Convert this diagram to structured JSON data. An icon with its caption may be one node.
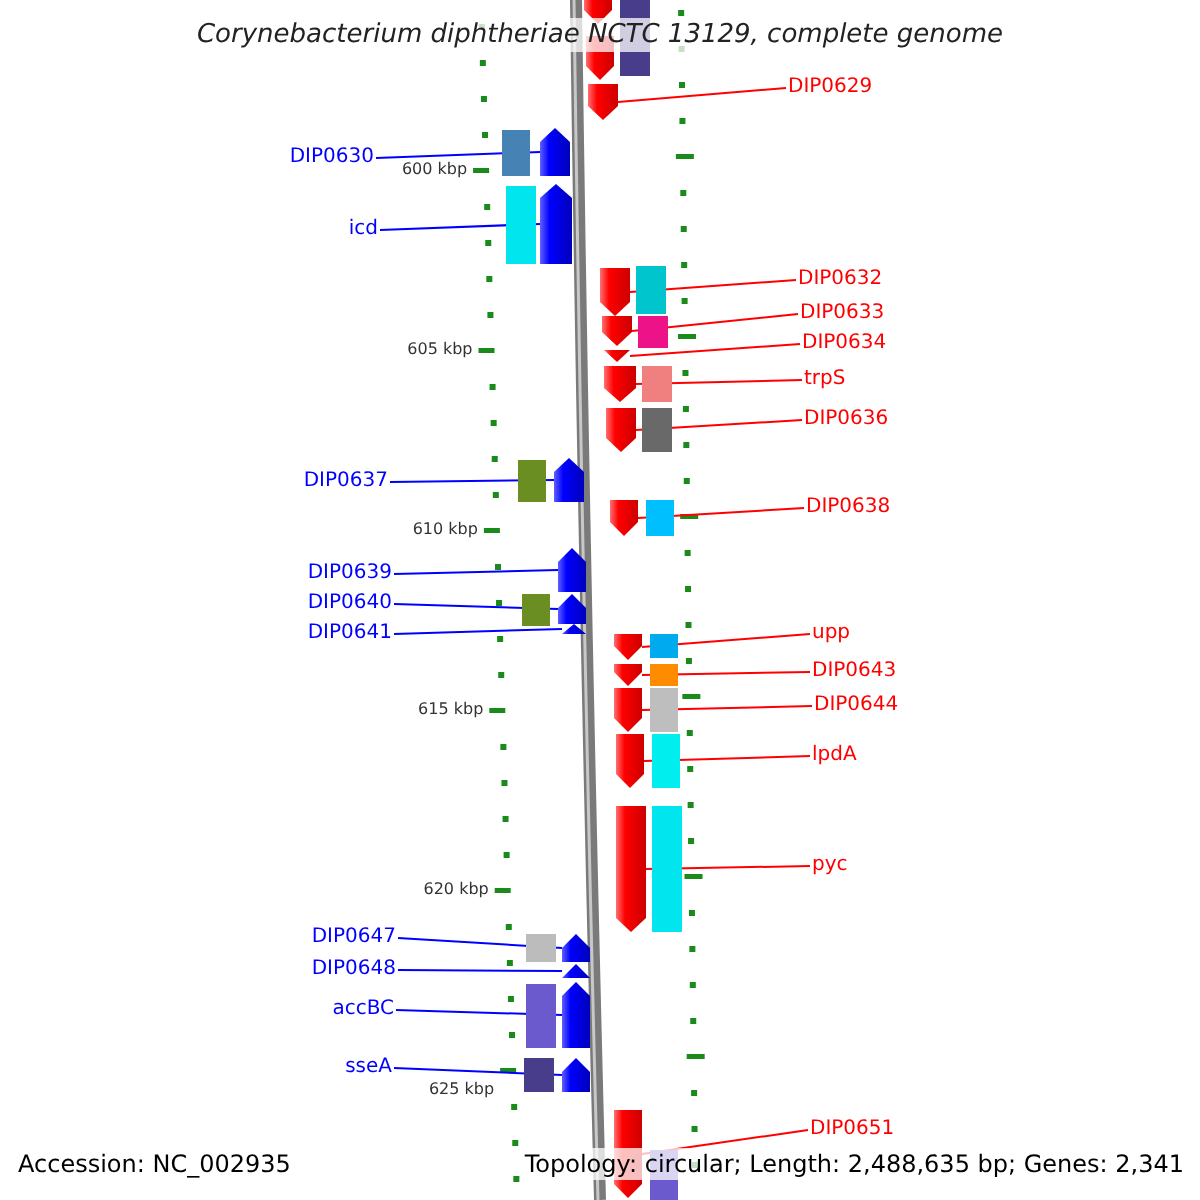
{
  "diagram": {
    "title": "Corynebacterium diphtheriae NCTC 13129, complete genome",
    "nodes": [
      {
        "text": [],
        "shape": "arrow"
      },
      {
        "text": [],
        "shape": "arrow"
      },
      {
        "text": [
          "DIP0629"
        ]
      },
      {
        "text": [],
        "shape": "arrow"
      },
      {
        "text": [
          "DIP0630"
        ]
      },
      {
        "text": [],
        "shape": "arrow"
      },
      {
        "text": [
          "icd"
        ]
      },
      {
        "text": [],
        "shape": "arrow"
      },
      {
        "text": [
          "DIP0632"
        ]
      },
      {
        "text": [],
        "shape": "arrow"
      },
      {
        "text": [
          "DIP0633"
        ]
      },
      {
        "text": [],
        "shape": "arrow"
      },
      {
        "text": [
          "DIP0634"
        ]
      },
      {
        "text": [],
        "shape": "arrow"
      },
      {
        "text": [
          "trpS"
        ]
      },
      {
        "text": [],
        "shape": "arrow"
      },
      {
        "text": [
          "DIP0636"
        ]
      },
      {
        "text": [],
        "shape": "arrow"
      },
      {
        "text": [
          "DIP0637"
        ]
      },
      {
        "text": [],
        "shape": "arrow"
      },
      {
        "text": [
          "DIP0638"
        ]
      },
      {
        "text": [],
        "shape": "arrow"
      },
      {
        "text": [
          "DIP0639"
        ]
      },
      {
        "text": [],
        "shape": "arrow"
      },
      {
        "text": [
          "DIP0640"
        ]
      },
      {
        "text": [],
        "shape": "arrow"
      },
      {
        "text": [
          "DIP0641"
        ]
      },
      {
        "text": [],
        "shape": "arrow"
      },
      {
        "text": [
          "upp"
        ]
      },
      {
        "text": [],
        "shape": "arrow"
      },
      {
        "text": [
          "DIP0643"
        ]
      },
      {
        "text": [],
        "shape": "arrow"
      },
      {
        "text": [
          "DIP0644"
        ]
      },
      {
        "text": [],
        "shape": "arrow"
      },
      {
        "text": [
          "lpdA"
        ]
      },
      {
        "text": [],
        "shape": "arrow"
      },
      {
        "text": [
          "pyc"
        ]
      },
      {
        "text": [],
        "shape": "arrow"
      },
      {
        "text": [
          "DIP0647"
        ]
      },
      {
        "text": [],
        "shape": "arrow"
      },
      {
        "text": [
          "DIP0648"
        ]
      },
      {
        "text": [],
        "shape": "arrow"
      },
      {
        "text": [
          "accBC"
        ]
      },
      {
        "text": [],
        "shape": "arrow"
      },
      {
        "text": [
          "sseA"
        ]
      },
      {
        "text": [],
        "shape": "arrow"
      },
      {
        "text": [
          "DIP0651"
        ]
      },
      {
        "text": [],
        "shape": "arrow"
      }
    ],
    "edges": [
      {
        "from": 2,
        "to": 3,
        "arrow": "none"
      },
      {
        "from": 4,
        "to": 5,
        "arrow": "none",
        "color": "#0000ff"
      },
      {
        "from": 6,
        "to": 7,
        "arrow": "none",
        "color": "#0000ff"
      },
      {
        "from": 8,
        "to": 9,
        "arrow": "none"
      },
      {
        "from": 10,
        "to": 11,
        "arrow": "none"
      },
      {
        "from": 12,
        "to": 13,
        "arrow": "none"
      },
      {
        "from": 14,
        "to": 15,
        "arrow": "none"
      },
      {
        "from": 16,
        "to": 17,
        "arrow": "none"
      },
      {
        "from": 18,
        "to": 19,
        "arrow": "none",
        "color": "#0000ff"
      },
      {
        "from": 20,
        "to": 21,
        "arrow": "none"
      },
      {
        "from": 22,
        "to": 23,
        "arrow": "none",
        "color": "#0000ff"
      },
      {
        "from": 24,
        "to": 25,
        "arrow": "none",
        "color": "#0000ff"
      },
      {
        "from": 26,
        "to": 27,
        "arrow": "none",
        "color": "#0000ff"
      },
      {
        "from": 28,
        "to": 29,
        "arrow": "none"
      },
      {
        "from": 30,
        "to": 31,
        "arrow": "none"
      },
      {
        "from": 32,
        "to": 33,
        "arrow": "none"
      },
      {
        "from": 34,
        "to": 35,
        "arrow": "none"
      },
      {
        "from": 36,
        "to": 37,
        "arrow": "none"
      },
      {
        "from": 38,
        "to": 39,
        "arrow": "none",
        "color": "#0000ff"
      },
      {
        "from": 40,
        "to": 41,
        "arrow": "none",
        "color": "#0000ff"
      },
      {
        "from": 42,
        "to": 43,
        "arrow": "none",
        "color": "#0000ff"
      },
      {
        "from": 44,
        "to": 45,
        "arrow": "none",
        "color": "#0000ff"
      },
      {
        "from": 46,
        "to": 47,
        "arrow": "none"
      }
    ],
    "labels": [
      "600 kbp",
      "605 kbp",
      "610 kbp",
      "615 kbp",
      "620 kbp",
      "625 kbp",
      "Accession: NC_002935",
      "Topology: circular; Length: 2,488,635 bp; Genes: 2,341"
    ]
  }
}
